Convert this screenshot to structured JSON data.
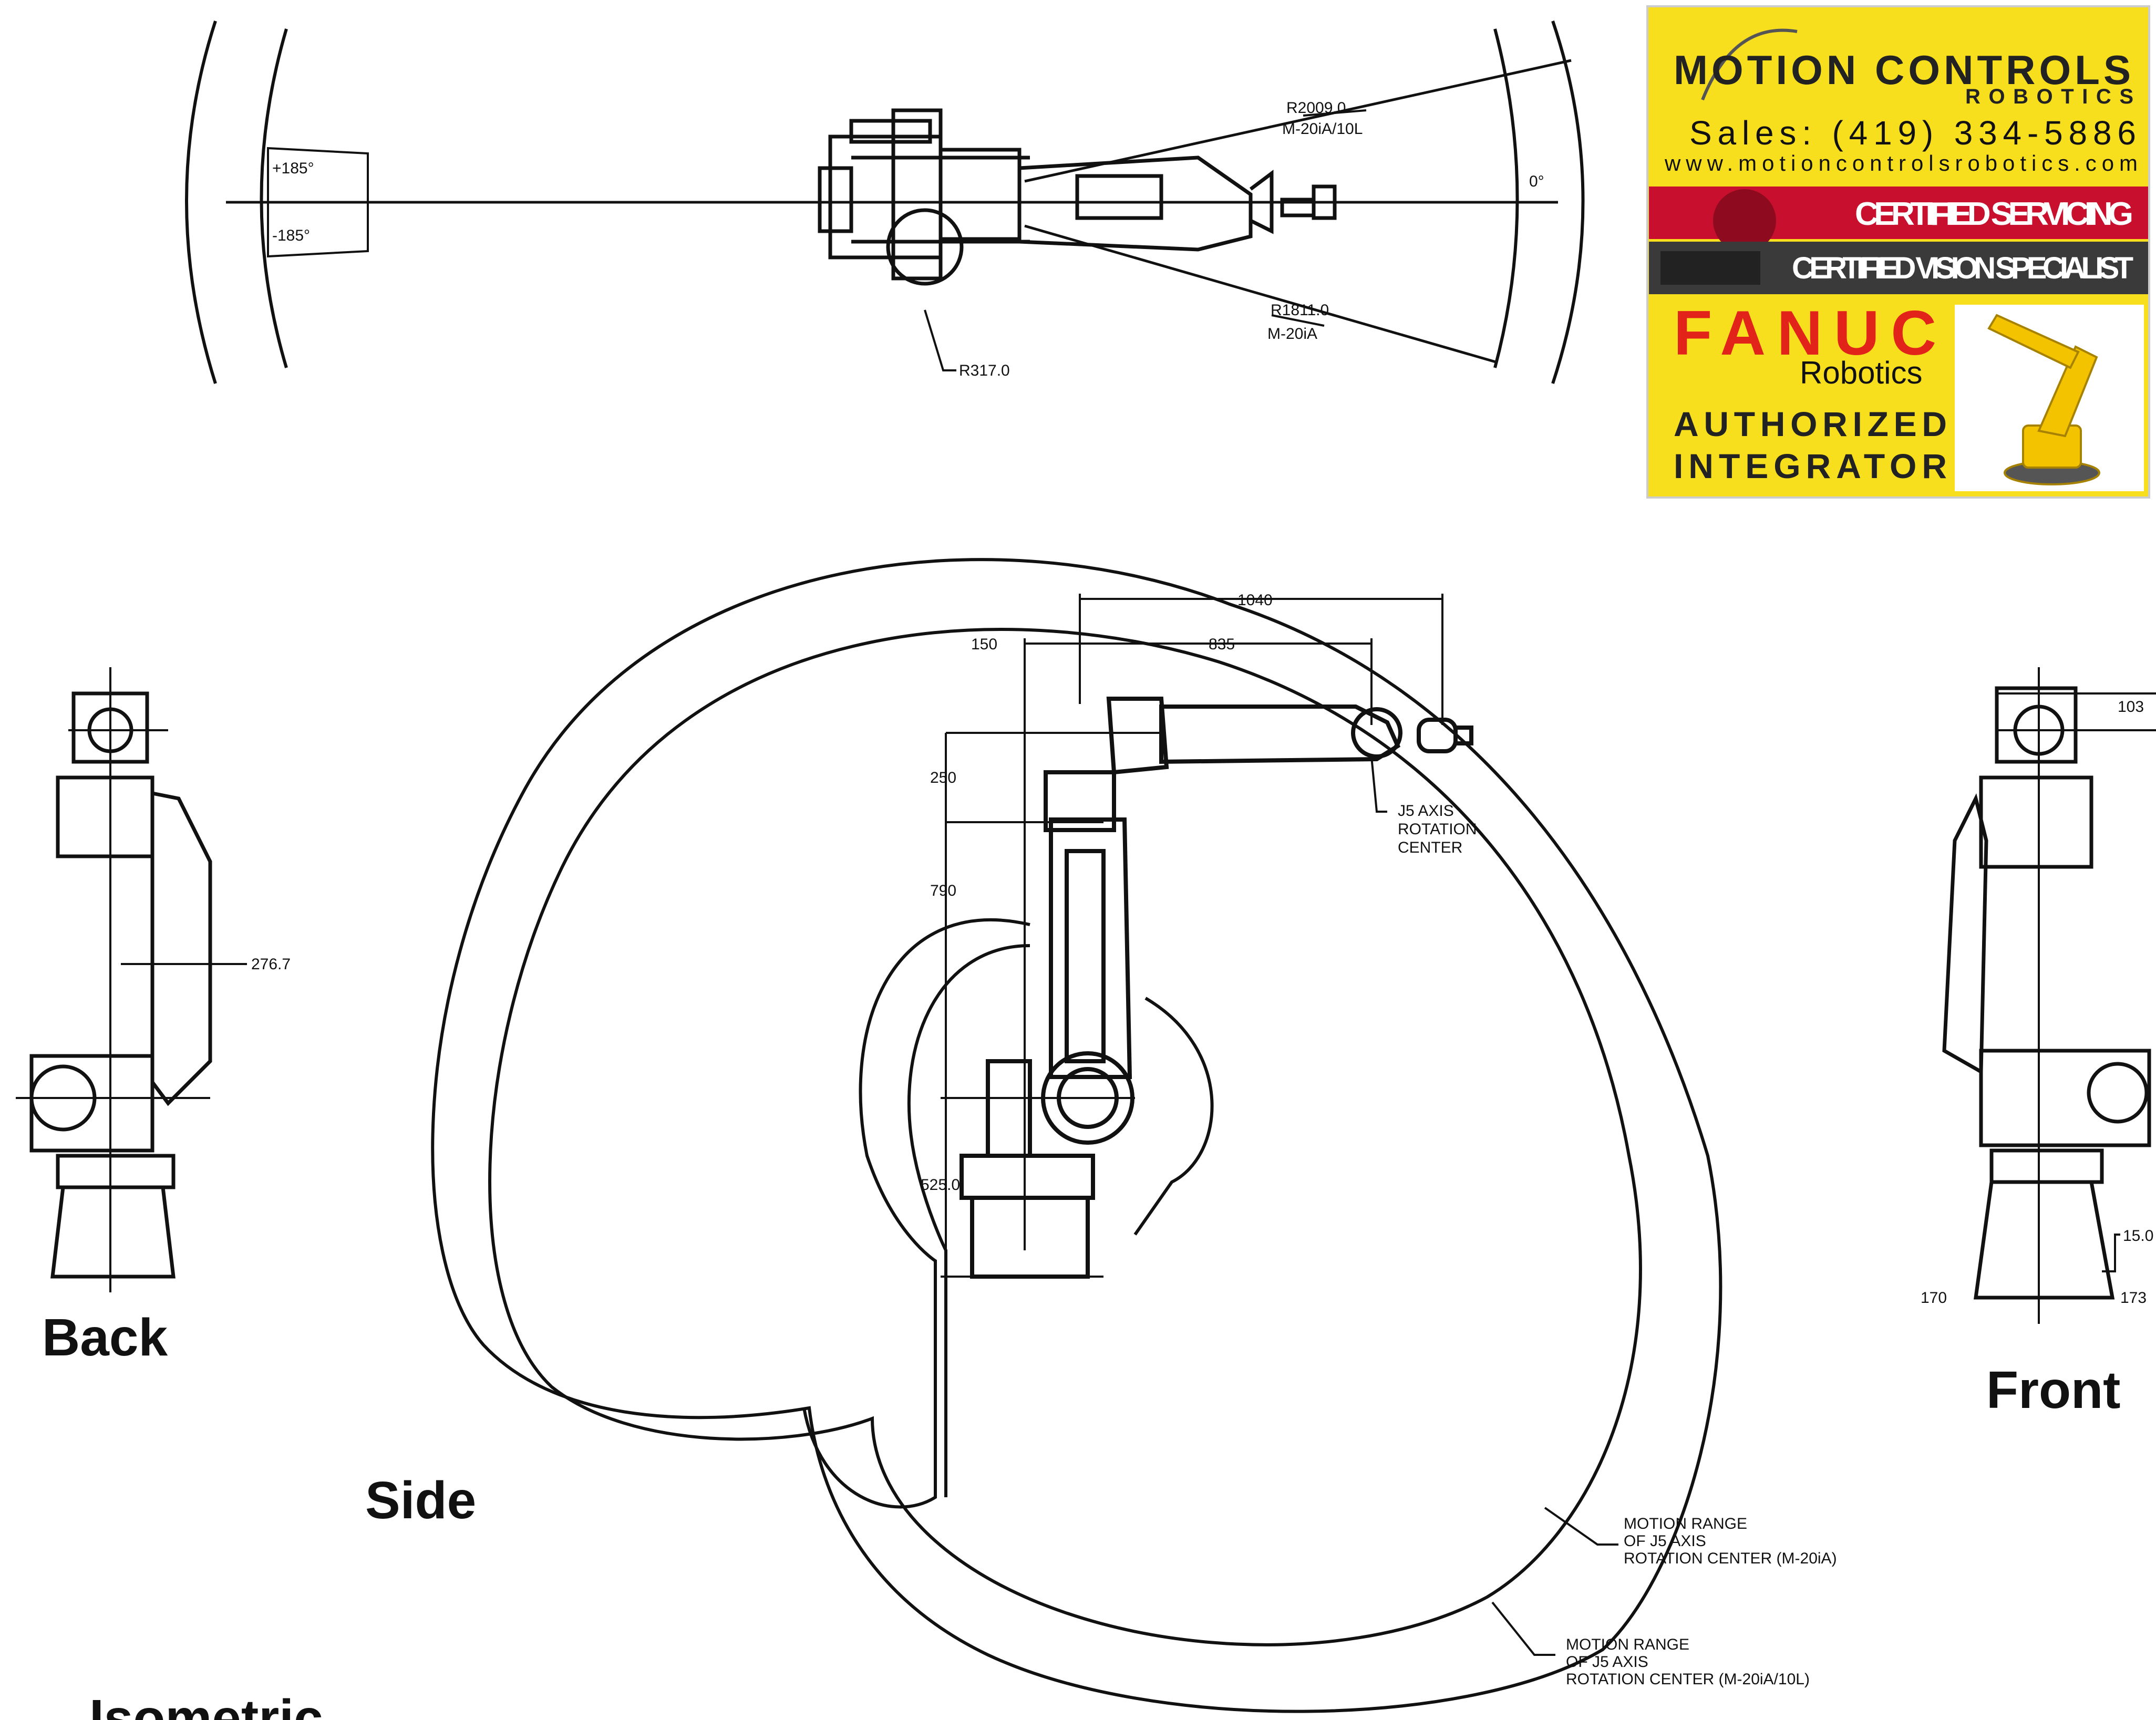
{
  "views": {
    "back": "Back",
    "side": "Side",
    "front": "Front",
    "isometric": "Isometric"
  },
  "top_view": {
    "plus_angle": "+185°",
    "minus_angle": "-185°",
    "zero_angle": "0°",
    "outer_radius": "R2009.0",
    "outer_model": "M-20iA/10L",
    "inner_radius": "R1811.0",
    "inner_model": "M-20iA",
    "base_radius": "R317.0"
  },
  "side_view": {
    "dim_1040": "1040",
    "dim_150": "150",
    "dim_835": "835",
    "dim_250": "250",
    "dim_790": "790",
    "dim_525": "525.0",
    "j5_line1": "J5 AXIS",
    "j5_line2": "ROTATION",
    "j5_line3": "CENTER",
    "range_a_line1": "MOTION RANGE",
    "range_a_line2": "OF J5 AXIS",
    "range_a_line3": "ROTATION CENTER (M-20iA)",
    "range_b_line1": "MOTION RANGE",
    "range_b_line2": "OF J5 AXIS",
    "range_b_line3": "ROTATION CENTER (M-20iA/10L)"
  },
  "back_view": {
    "dim": "276.7"
  },
  "front_view": {
    "dim_top": "103",
    "dim_base": "15.0",
    "dim_left": "170",
    "dim_right": "173"
  },
  "badge": {
    "company_line1": "MOTION CONTROLS",
    "company_line2": "ROBOTICS",
    "sales": "Sales: (419) 334-5886",
    "website": "www.motioncontrolsrobotics.com",
    "servicing": "CERTIFIED SERVICING",
    "vision": "CERTIFIED VISION SPECIALIST",
    "fanuc": "FANUC",
    "robotics": "Robotics",
    "authorized": "AUTHORIZED",
    "integrator": "INTEGRATOR",
    "colors": {
      "yellow": "#f7df1e",
      "red": "#c8102e",
      "gray": "#3a3a3a",
      "fanuc_red": "#e2231a"
    }
  }
}
